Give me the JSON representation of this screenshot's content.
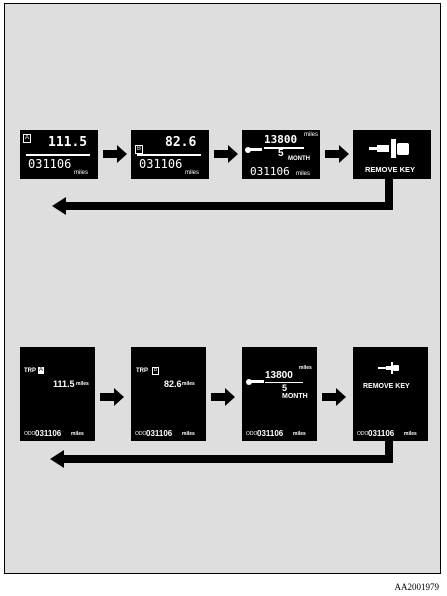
{
  "row1": {
    "trip_a": {
      "icon_letter": "A",
      "distance": "111.5",
      "odometer": "031106",
      "unit": "miles"
    },
    "trip_b": {
      "icon_letter": "B",
      "distance": "82.6",
      "odometer": "031106",
      "unit": "miles"
    },
    "service": {
      "distance": "13800",
      "distance_unit": "miles",
      "months": "5",
      "months_unit": "MONTH",
      "odometer": "031106",
      "unit": "miles"
    },
    "remove_key": {
      "label": "REMOVE KEY"
    }
  },
  "row2": {
    "trip_a": {
      "label": "TRP",
      "icon_letter": "A",
      "distance": "111.5",
      "distance_unit": "miles",
      "odo_label": "ODO",
      "odometer": "031106",
      "unit": "miles"
    },
    "trip_b": {
      "label": "TRP",
      "icon_letter": "B",
      "distance": "82.6",
      "distance_unit": "miles",
      "odo_label": "ODO",
      "odometer": "031106",
      "unit": "miles"
    },
    "service": {
      "distance": "13800",
      "distance_unit": "miles",
      "months": "5",
      "months_unit": "MONTH",
      "odo_label": "ODO",
      "odometer": "031106",
      "unit": "miles"
    },
    "remove_key": {
      "label": "REMOVE KEY",
      "odo_label": "ODO",
      "odometer": "031106",
      "unit": "miles"
    }
  },
  "figure_code": "AA2001979",
  "colors": {
    "panel": "#000000",
    "background": "#dedede",
    "arrow": "#000000"
  }
}
